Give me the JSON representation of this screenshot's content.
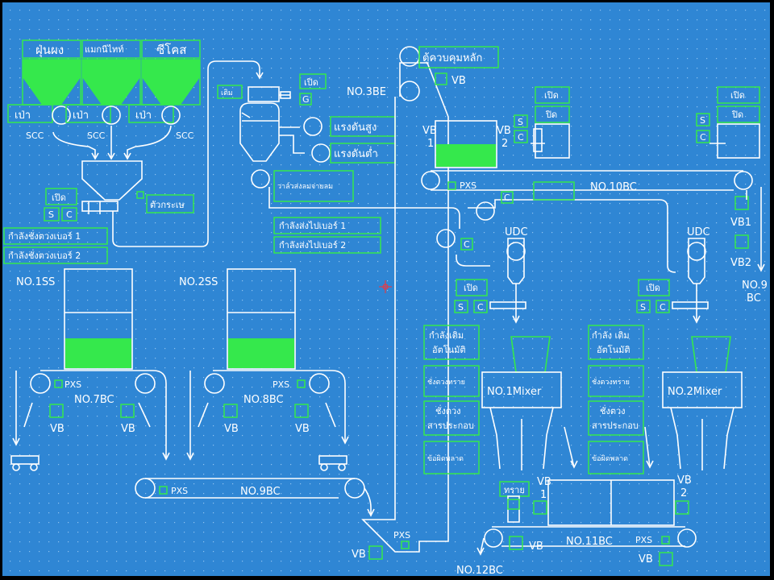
{
  "colors": {
    "background": "#2f86d4",
    "line": "#ffffff",
    "indicator": "#35e84c",
    "cursor": "#ff3030"
  },
  "hoppers": {
    "h1": {
      "title": "ฝุ่นผง",
      "blow": "เป่า",
      "scc": "SCC"
    },
    "h2": {
      "title": "แมกนีไทท์",
      "blow": "เป่า",
      "scc": "SCC"
    },
    "h3": {
      "title": "ซีโคส",
      "blow": "เป่า",
      "scc": "SCC"
    }
  },
  "scale_hopper": {
    "open": "เปิด",
    "s": "S",
    "c": "C",
    "scale": "ตัวกระเษ",
    "status1": "กำลังชั่งตวงเบอร์ 1",
    "status2": "กำลังชั่งตวงเบอร์ 2"
  },
  "pneumatic": {
    "fill": "เติม",
    "open": "เปิด",
    "g": "G",
    "high_pressure": "แรงดันสูง",
    "low_pressure": "แรงดันต่ำ",
    "valve": "วาล์วส่งลมจ่ายลม",
    "send1": "กำลังส่งไปเบอร์ 1",
    "send2": "กำลังส่งไปเบอร์ 2"
  },
  "silos": {
    "ss1": {
      "label": "NO.1SS",
      "fill_level": 0.3
    },
    "ss2": {
      "label": "NO.2SS",
      "fill_level": 0.3
    }
  },
  "conveyors": {
    "bc7": {
      "label": "NO.7BC",
      "pxs": "PXS",
      "vb1": "VB",
      "vb2": "VB"
    },
    "bc8": {
      "label": "NO.8BC",
      "pxs": "PXS",
      "vb1": "VB",
      "vb2": "VB"
    },
    "bc9": {
      "label": "NO.9BC",
      "pxs": "PXS"
    },
    "bc10": {
      "label": "NO.10BC",
      "pxs": "PXS"
    },
    "bc11": {
      "label": "NO.11BC",
      "pxs": "PXS",
      "vb1": "VB",
      "vb2": "VB"
    },
    "bc12": {
      "label": "NO.12BC"
    },
    "bc9_right": {
      "vb1": "VB1",
      "vb2": "VB2",
      "label_line1": "NO.9",
      "label_line2": "BC"
    }
  },
  "elevator": {
    "control": "ตู้ควบคุมหลัก",
    "vb": "VB",
    "label": "NO.3BE",
    "pxs": "PXS",
    "bottom_vb": "VB"
  },
  "tank": {
    "vb1_line1": "VB",
    "vb1_line2": "1",
    "vb2_line1": "VB",
    "vb2_line2": "2",
    "s": "S",
    "c": "C",
    "fill_level": 0.5
  },
  "gates": {
    "g1": {
      "open": "เปิด",
      "close": "ปิด",
      "s": "S",
      "c": "C"
    },
    "g2": {
      "open": "เปิด",
      "close": "ปิด",
      "s": "S",
      "c": "C"
    }
  },
  "c_markers": {
    "c1": "C",
    "c2": "C"
  },
  "udc": {
    "u1": {
      "label": "UDC",
      "open": "เปิด",
      "s": "S",
      "c": "C"
    },
    "u2": {
      "label": "UDC",
      "open": "เปิด",
      "s": "S",
      "c": "C"
    }
  },
  "mixers": {
    "m1": {
      "label": "NO.1Mixer",
      "b1_line1": "กำลังเติม",
      "b1_line2": "อัตโนมัติ",
      "b2": "ชั่งตวงทราย",
      "b3_line1": "ชั่งตวง",
      "b3_line2": "สารประกอบ",
      "b4": "ข้อผิดพลาด"
    },
    "m2": {
      "label": "NO.2Mixer",
      "b1_line1": "กำลัง เติม",
      "b1_line2": "อัตโนมัติ",
      "b2": "ชั่งตวงทราย",
      "b3_line1": "ชั่งตวง",
      "b3_line2": "สารประกอบ",
      "b4": "ข้อผิดพลาด"
    }
  },
  "sand_label": "ทราย"
}
